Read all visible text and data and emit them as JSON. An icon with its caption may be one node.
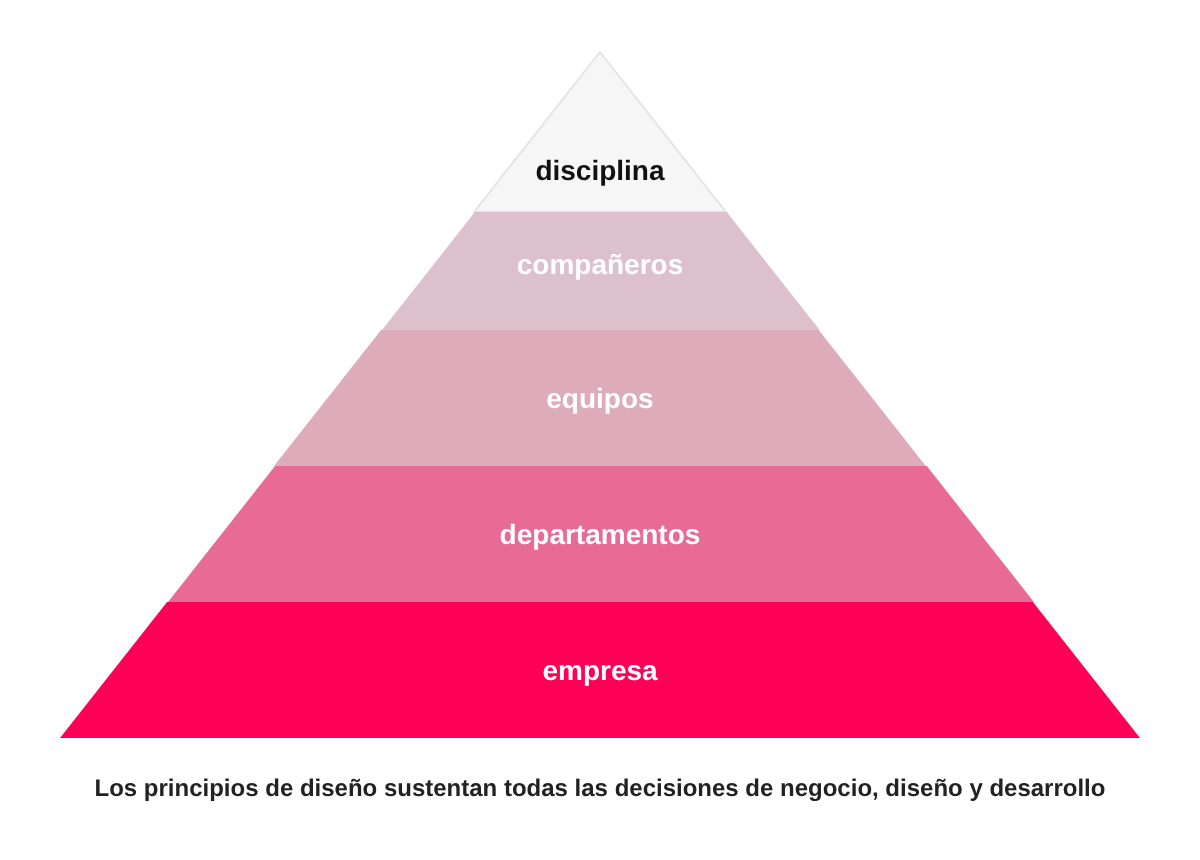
{
  "diagram": {
    "caption": "Los principios de diseño sustentan todas las decisiones de negocio, diseño y desarrollo",
    "nodes": [
      {
        "text": [
          "disciplina"
        ]
      },
      {
        "text": [
          "compañeros"
        ]
      },
      {
        "text": [
          "equipos"
        ]
      },
      {
        "text": [
          "departamentos"
        ]
      },
      {
        "text": [
          "empresa"
        ]
      }
    ]
  }
}
